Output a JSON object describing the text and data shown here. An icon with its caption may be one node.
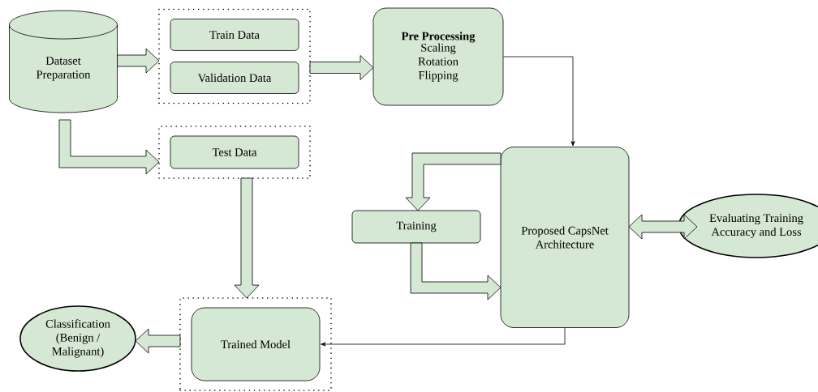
{
  "diagram": {
    "nodes": [
      {
        "text": [
          "Dataset Preparation"
        ]
      },
      {
        "text": [],
        "shape": "box"
      },
      {
        "text": [
          "Train Data"
        ],
        "in": 1
      },
      {
        "text": [
          "Validation Data"
        ],
        "in": 1
      },
      {
        "text": [
          "Pre Processing",
          "Scaling Rotation Flipping"
        ]
      },
      {
        "text": [],
        "shape": "box"
      },
      {
        "text": [
          "Test Data"
        ],
        "in": 5
      },
      {
        "text": [
          "Proposed CapsNet Architecture"
        ]
      },
      {
        "text": [
          "Training"
        ]
      },
      {
        "text": [
          "Evaluating Training Accuracy and Loss"
        ]
      },
      {
        "text": [],
        "shape": "box"
      },
      {
        "text": [
          "Trained Model"
        ],
        "in": 10
      },
      {
        "text": [
          "Classification (Benign / Malignant)"
        ]
      }
    ],
    "edges": [
      {
        "from": 0,
        "to": 1,
        "arrow": "to",
        "style": "thick"
      },
      {
        "from": 1,
        "to": 4,
        "arrow": "to",
        "style": "thick"
      },
      {
        "from": 0,
        "to": 5,
        "arrow": "to",
        "style": "thick"
      },
      {
        "from": 4,
        "to": 7,
        "arrow": "to"
      },
      {
        "from": 5,
        "to": 10,
        "arrow": "to",
        "style": "thick"
      },
      {
        "from": 7,
        "to": 8,
        "arrow": "to",
        "style": "thick"
      },
      {
        "from": 8,
        "to": 7,
        "arrow": "to",
        "style": "thick"
      },
      {
        "from": 7,
        "to": 9,
        "arrow": "both",
        "style": "thick"
      },
      {
        "from": 7,
        "to": 11,
        "arrow": "to"
      },
      {
        "from": 10,
        "to": 12,
        "arrow": "to",
        "style": "thick"
      }
    ]
  }
}
